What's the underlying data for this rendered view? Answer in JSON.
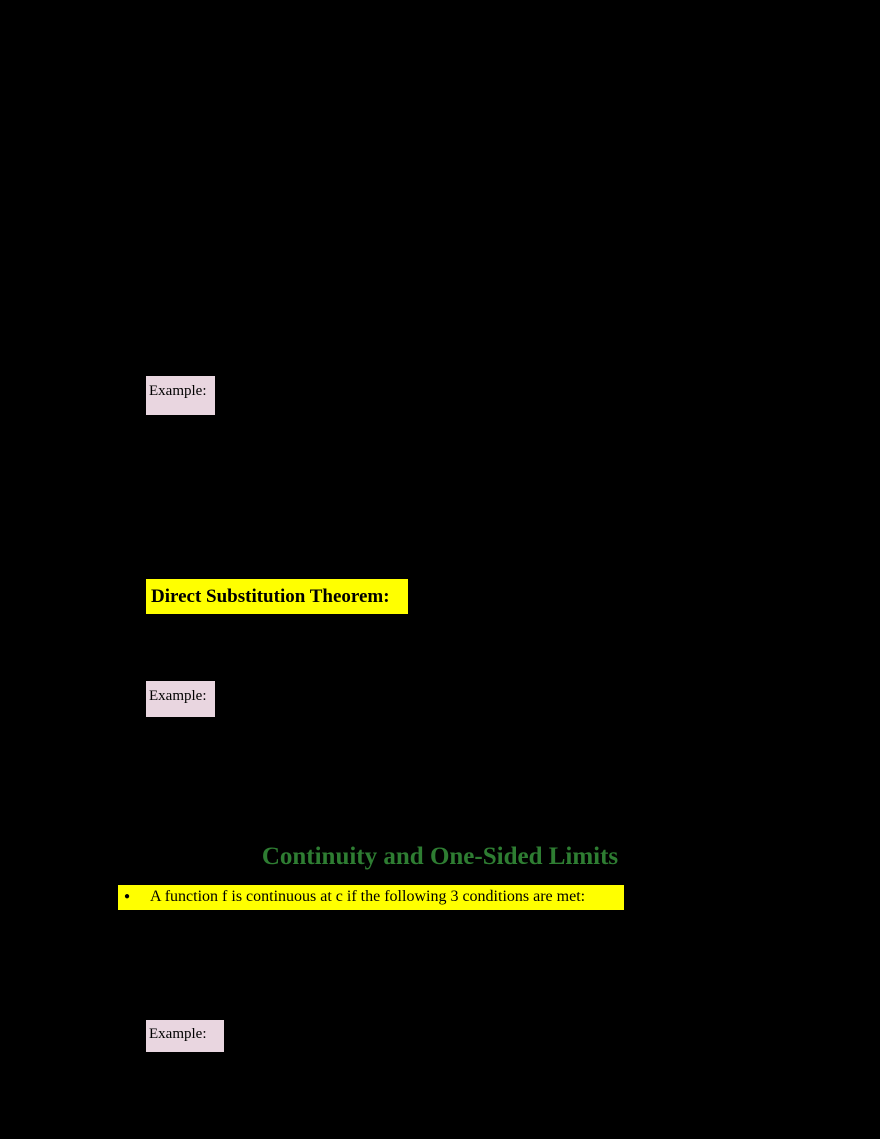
{
  "document": {
    "examples": [
      {
        "label": "Example:"
      },
      {
        "label": "Example:"
      },
      {
        "label": "Example:"
      }
    ],
    "theorem_heading": "Direct Substitution Theorem:",
    "section_title": "Continuity and One-Sided Limits",
    "bullet": {
      "marker": "●",
      "text": "A function f is continuous at c if the following 3 conditions are met:"
    }
  },
  "colors": {
    "page_background": "#000000",
    "highlight_pink": "#e9d6e0",
    "highlight_yellow": "#ffff00",
    "title_green": "#2e7d32",
    "text": "#000000"
  }
}
